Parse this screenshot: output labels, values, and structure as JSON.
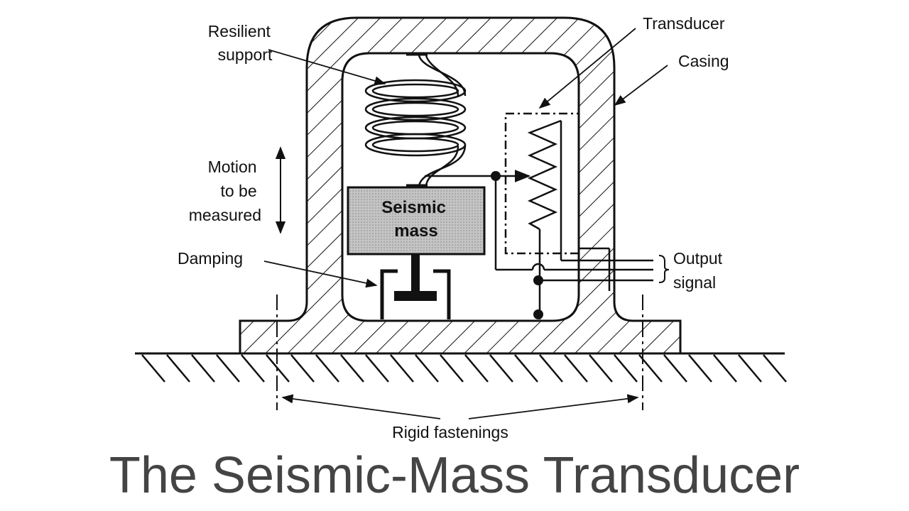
{
  "title": "The Seismic-Mass Transducer",
  "labels": {
    "resilient_support": [
      "Resilient",
      "support"
    ],
    "transducer": "Transducer",
    "casing": "Casing",
    "motion": [
      "Motion",
      "to be",
      "measured"
    ],
    "seismic_mass": [
      "Seismic",
      "mass"
    ],
    "damping": "Damping",
    "output_signal": [
      "Output",
      "signal"
    ],
    "rigid_fastenings": "Rigid fastenings"
  },
  "colors": {
    "line": "#111111",
    "mass_fill": "#bdbdbd",
    "title": "#444444"
  }
}
